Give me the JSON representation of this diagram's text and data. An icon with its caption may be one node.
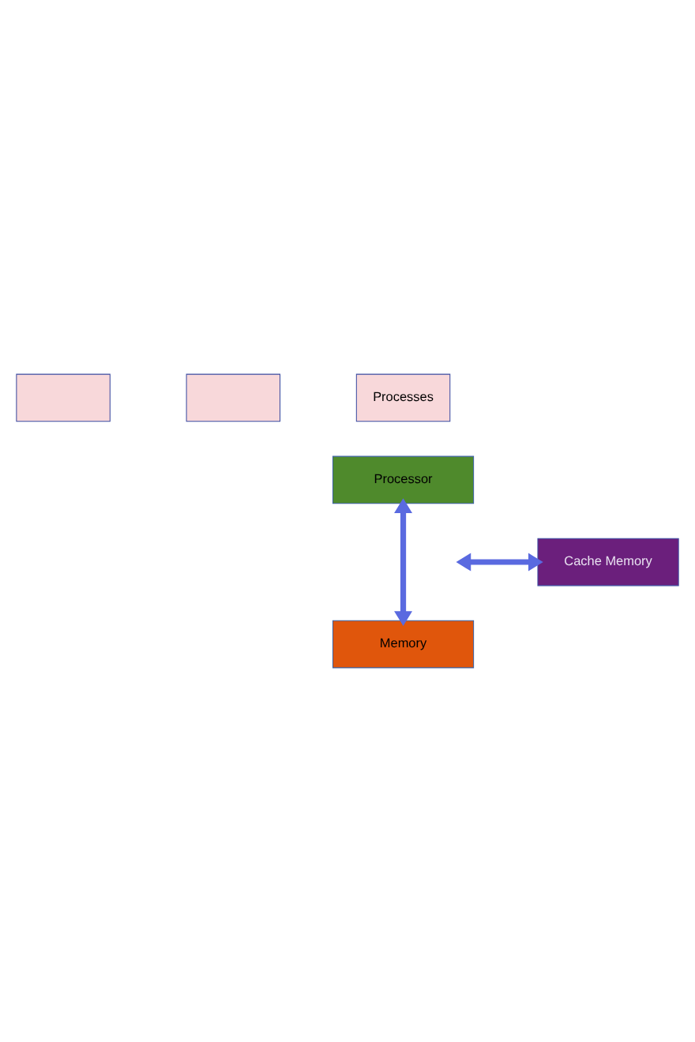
{
  "diagram": {
    "nodes": [
      {
        "text": [],
        "shape": "box"
      },
      {
        "text": [],
        "shape": "box"
      },
      {
        "text": [
          "Processes"
        ]
      },
      {
        "text": [
          "Processor"
        ]
      },
      {
        "text": [
          "Cache Memory"
        ]
      },
      {
        "text": [
          "Memory"
        ]
      }
    ],
    "edges": [
      {
        "from": 3,
        "to": 5,
        "arrow": "both"
      },
      {
        "from": null,
        "to": 4,
        "arrow": "both"
      }
    ]
  }
}
